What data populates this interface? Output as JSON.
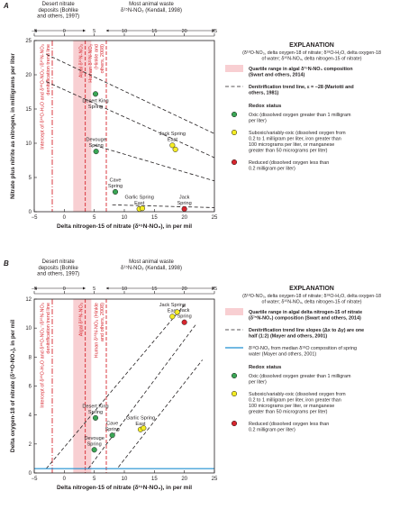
{
  "colors": {
    "algal_band": "#f8cfd2",
    "nitrate_line": "#d7262e",
    "oxic": "#3aa655",
    "suboxic": "#f4ec24",
    "reduced": "#d7262e",
    "spring_line": "#1f8fd0",
    "ink": "#231f20"
  },
  "chart_data": [
    {
      "type": "scatter",
      "panel": "A",
      "xlabel": "Delta nitrogen-15 of nitrate (δ¹⁵N-NO₃), in per mil",
      "ylabel": "Nitrate plus nitrite as nitrogen, in milligrams per liter",
      "xlim": [
        -5,
        25
      ],
      "ylim": [
        0,
        25
      ],
      "xticks": [
        -5,
        0,
        5,
        10,
        15,
        20,
        25
      ],
      "yticks": [
        0,
        5,
        10,
        15,
        20,
        25
      ],
      "grid": false,
      "top_labels": {
        "left": [
          "Desert nitrate",
          "deposits (Bohlke",
          "and others, 1997)"
        ],
        "right": [
          "Most animal waste",
          "δ¹⁵N-NO₃ (Kendall, 1998)"
        ]
      },
      "regions": {
        "algal_band": [
          1.5,
          4.5
        ],
        "desert_arrow_x": [
          -5,
          3.5
        ],
        "animal_arrow_x": [
          7,
          25
        ],
        "lines": [
          {
            "x": -2,
            "style": "dashdot",
            "label_lines": [
              "Intercept of δ¹⁸O-H₂O and δ¹⁸O-NO₃⁻/δ¹⁵N-NO₃",
              "denitrification trend line"
            ]
          },
          {
            "x": 3.5,
            "style": "dash",
            "label_lines": [
              "Algal δ¹⁵N-NO₃"
            ]
          },
          {
            "x": 7,
            "style": "dash",
            "label_lines": [
              "Human δ¹⁵N-NO₃",
              "(Hinkle and",
              "others, 2008)"
            ]
          }
        ]
      },
      "trend_lines": [
        {
          "name": "Denitrification trend line, ε = −28",
          "x": [
            -3,
            25
          ],
          "y": [
            23.0,
            11.4
          ]
        },
        {
          "name": "",
          "x": [
            -3,
            25
          ],
          "y": [
            19.0,
            7.9
          ]
        },
        {
          "name": "",
          "x": [
            5,
            25
          ],
          "y": [
            9.7,
            4.5
          ]
        },
        {
          "name": "",
          "x": [
            8,
            25
          ],
          "y": [
            1.0,
            0.6
          ]
        }
      ],
      "points": [
        {
          "label": "Desert King Spring",
          "x": 5.2,
          "y": 17.2,
          "status": "oxic"
        },
        {
          "label": "Devouge Spring",
          "x": 5.3,
          "y": 8.8,
          "status": "oxic"
        },
        {
          "label": "Cave Spring",
          "x": 8.5,
          "y": 2.9,
          "status": "oxic"
        },
        {
          "label": "Garlic Spring East",
          "x": 12.5,
          "y": 0.4,
          "status": "suboxic"
        },
        {
          "label": "",
          "x": 13.0,
          "y": 0.5,
          "status": "suboxic"
        },
        {
          "label": "Jack Spring East",
          "x": 18.0,
          "y": 9.7,
          "status": "suboxic"
        },
        {
          "label": "",
          "x": 18.5,
          "y": 9.1,
          "status": "suboxic"
        },
        {
          "label": "Jack Spring",
          "x": 20.0,
          "y": 0.4,
          "status": "reduced"
        }
      ],
      "legend": {
        "title": "EXPLANATION",
        "subtitle": [
          "(δ¹⁸O-NO₃, delta oxygen-18 of nitrate; δ¹⁸O-H₂O, delta oxygen-18",
          "of water; δ¹⁵N-NO₃, delta nitrogen-15 of nitrate)"
        ],
        "items": [
          {
            "kind": "band",
            "lines": [
              "Quartile range in algal δ¹⁵N-NO₃ composition",
              "(Swart and others, 2014)"
            ]
          },
          {
            "kind": "dash",
            "lines": [
              "Denitrification trend line, ε = −28 (Mariotti and",
              "others, 1981)"
            ]
          },
          {
            "kind": "heading",
            "lines": [
              "Redox status"
            ]
          },
          {
            "kind": "oxic",
            "lines": [
              "Oxic (dissolved oxygen greater than 1 milligram",
              "per liter)"
            ]
          },
          {
            "kind": "suboxic",
            "lines": [
              "Suboxic/variably-oxic (dissolved oxygen from",
              "0.2 to 1 milligram per liter, iron greater than",
              "100 micrograms per liter, or manganese",
              "greater than 50 micrograms per liter)"
            ]
          },
          {
            "kind": "reduced",
            "lines": [
              "Reduced (dissolved oxygen less than",
              "0.2 milligram per liter)"
            ]
          }
        ]
      }
    },
    {
      "type": "scatter",
      "panel": "B",
      "xlabel": "Delta nitrogen-15 of nitrate (δ¹⁵N-NO₃), in per mil",
      "ylabel": "Delta oxygen-18 of nitrate (δ¹⁸O-NO₃), in per mil",
      "xlim": [
        -5,
        25
      ],
      "ylim": [
        0,
        12
      ],
      "xticks": [
        -5,
        0,
        5,
        10,
        15,
        20,
        25
      ],
      "yticks": [
        0,
        2,
        4,
        6,
        8,
        10,
        12
      ],
      "grid": false,
      "top_labels": {
        "left": [
          "Desert nitrate",
          "deposits (Bohlke",
          "and others, 1997)"
        ],
        "right": [
          "Most animal waste",
          "δ¹⁵N-NO₃ (Kendall, 1998)"
        ]
      },
      "regions": {
        "algal_band": [
          1.5,
          4.5
        ],
        "desert_arrow_x": [
          -5,
          3.5
        ],
        "animal_arrow_x": [
          7,
          25
        ],
        "lines": [
          {
            "x": -2,
            "style": "dashdot",
            "label_lines": [
              "Intercept of δ¹⁸O-H₂O and δ¹⁸O-NO₃⁻/δ¹⁵N-NO₃",
              "denitrification trend line"
            ]
          },
          {
            "x": 3.5,
            "style": "dash",
            "label_lines": [
              "Algal δ¹⁵N-NO₃"
            ]
          },
          {
            "x": 7,
            "style": "dash",
            "label_lines": [
              "Human δ¹⁵N-NO₃ (Hinkle",
              "and others, 2008)"
            ]
          }
        ]
      },
      "trend_lines": [
        {
          "name": "Denitrification trend line slopes",
          "x": [
            -3,
            20
          ],
          "y": [
            0.3,
            11.6
          ]
        },
        {
          "name": "",
          "x": [
            4,
            22
          ],
          "y": [
            0.3,
            10.3
          ]
        },
        {
          "name": "",
          "x": [
            9,
            23
          ],
          "y": [
            0.4,
            7.8
          ]
        }
      ],
      "spring_line": {
        "name": "δ¹⁸O-NO₃ from median δ¹⁸O composition of spring water",
        "y": 0.3,
        "x": [
          -5,
          25
        ]
      },
      "points": [
        {
          "label": "Jack Spring East",
          "x": 18.0,
          "y": 10.8,
          "status": "suboxic"
        },
        {
          "label": "",
          "x": 18.8,
          "y": 11.1,
          "status": "suboxic"
        },
        {
          "label": "Jack Spring",
          "x": 20.0,
          "y": 10.4,
          "status": "reduced"
        },
        {
          "label": "Desert King Spring",
          "x": 5.2,
          "y": 3.8,
          "status": "oxic"
        },
        {
          "label": "Cave Spring",
          "x": 8.0,
          "y": 2.6,
          "status": "oxic"
        },
        {
          "label": "Garlic Spring East",
          "x": 12.7,
          "y": 3.0,
          "status": "suboxic"
        },
        {
          "label": "",
          "x": 13.2,
          "y": 3.1,
          "status": "suboxic"
        },
        {
          "label": "Devouge Spring",
          "x": 5.0,
          "y": 1.6,
          "status": "oxic"
        }
      ],
      "legend": {
        "title": "EXPLANATION",
        "subtitle": [
          "(δ¹⁸O-NO₃, delta oxygen-18 of nitrate; δ¹⁸O-H₂O, delta oxygen-18",
          "of water; δ¹⁵N-NO₃, delta nitrogen-15 of nitrate)"
        ],
        "items": [
          {
            "kind": "band",
            "lines": [
              "Quartile range in algal delta nitrogen-15 of nitrate",
              "(δ¹⁵N-NO₃) composition (Swart and others, 2014)"
            ]
          },
          {
            "kind": "dash",
            "lines": [
              "Denitrification trend line slopes (Δx to Δy) are one",
              "half (1:2) (Mayer and others, 2001)"
            ]
          },
          {
            "kind": "spring",
            "lines": [
              "δ¹⁸O-NO₃ from median δ¹⁸O composition of spring",
              "water (Mayer and others, 2001)"
            ]
          },
          {
            "kind": "heading",
            "lines": [
              "Redox status"
            ]
          },
          {
            "kind": "oxic",
            "lines": [
              "Oxic (dissolved oxygen greater than 1 milligram",
              "per liter)"
            ]
          },
          {
            "kind": "suboxic",
            "lines": [
              "Suboxic/variably-oxic (dissolved oxygen from",
              "0.2 to 1 milligram per liter, iron greater than",
              "100 micrograms per liter, or manganese",
              "greater than 50 micrograms per liter)"
            ]
          },
          {
            "kind": "reduced",
            "lines": [
              "Reduced (dissolved oxygen less than",
              "0.2 milligram per liter)"
            ]
          }
        ]
      }
    }
  ]
}
